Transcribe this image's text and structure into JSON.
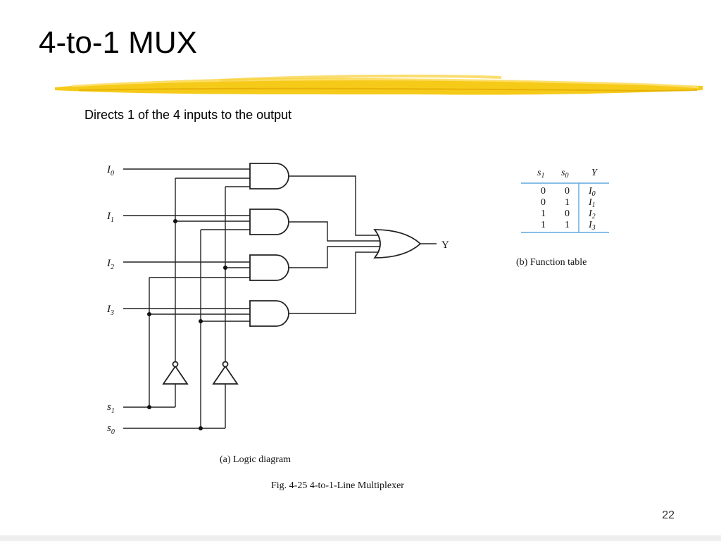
{
  "slide": {
    "title": "4-to-1 MUX",
    "subtitle": "Directs 1 of the 4 inputs to the output",
    "page_number": "22",
    "accent_color": "#f5c400"
  },
  "diagram": {
    "inputs": [
      {
        "name": "I",
        "sub": "0"
      },
      {
        "name": "I",
        "sub": "1"
      },
      {
        "name": "I",
        "sub": "2"
      },
      {
        "name": "I",
        "sub": "3"
      }
    ],
    "selects": [
      {
        "name": "s",
        "sub": "1"
      },
      {
        "name": "s",
        "sub": "0"
      }
    ],
    "output_label": "Y",
    "caption_logic": "(a) Logic diagram",
    "figure_caption": "Fig. 4-25  4-to-1-Line Multiplexer"
  },
  "function_table": {
    "caption": "(b) Function table",
    "headers": [
      {
        "name": "s",
        "sub": "1"
      },
      {
        "name": "s",
        "sub": "0"
      },
      {
        "name": "Y",
        "sub": ""
      }
    ],
    "rows": [
      [
        "0",
        "0",
        "I",
        "0"
      ],
      [
        "0",
        "1",
        "I",
        "1"
      ],
      [
        "1",
        "0",
        "I",
        "2"
      ],
      [
        "1",
        "1",
        "I",
        "3"
      ]
    ]
  }
}
